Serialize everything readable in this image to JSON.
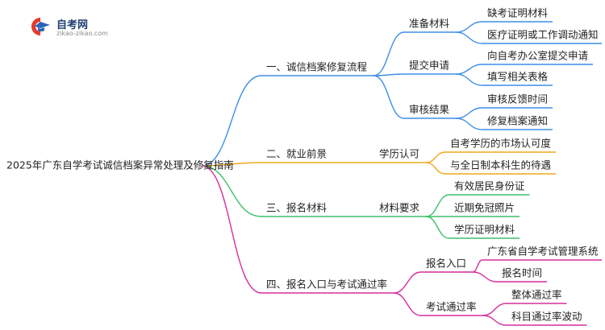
{
  "logo": {
    "title": "自考网",
    "subtitle": "zikao-zikao.com"
  },
  "root": {
    "label": "2025年广东自学考试诚信档案异常处理及修复指南"
  },
  "branches": [
    {
      "label": "一、诚信档案修复流程",
      "color": "#3d8ee8",
      "children": [
        {
          "label": "准备材料",
          "children": [
            {
              "label": "缺考证明材料"
            },
            {
              "label": "医疗证明或工作调动通知"
            }
          ]
        },
        {
          "label": "提交申请",
          "children": [
            {
              "label": "向自考办公室提交申请"
            },
            {
              "label": "填写相关表格"
            }
          ]
        },
        {
          "label": "审核结果",
          "children": [
            {
              "label": "审核反馈时间"
            },
            {
              "label": "修复档案通知"
            }
          ]
        }
      ]
    },
    {
      "label": "二、就业前景",
      "color": "#f0a81c",
      "children": [
        {
          "label": "学历认可",
          "children": [
            {
              "label": "自考学历的市场认可度"
            },
            {
              "label": "与全日制本科生的待遇"
            }
          ]
        }
      ]
    },
    {
      "label": "三、报名材料",
      "color": "#3dbf6a",
      "children": [
        {
          "label": "材料要求",
          "children": [
            {
              "label": "有效居民身份证"
            },
            {
              "label": "近期免冠照片"
            },
            {
              "label": "学历证明材料"
            }
          ]
        }
      ]
    },
    {
      "label": "四、报名入口与考试通过率",
      "color": "#d62e9a",
      "children": [
        {
          "label": "报名入口",
          "children": [
            {
              "label": "广东省自学考试管理系统"
            },
            {
              "label": "报名时间"
            }
          ]
        },
        {
          "label": "考试通过率",
          "children": [
            {
              "label": "整体通过率"
            },
            {
              "label": "科目通过率波动"
            }
          ]
        }
      ]
    }
  ]
}
